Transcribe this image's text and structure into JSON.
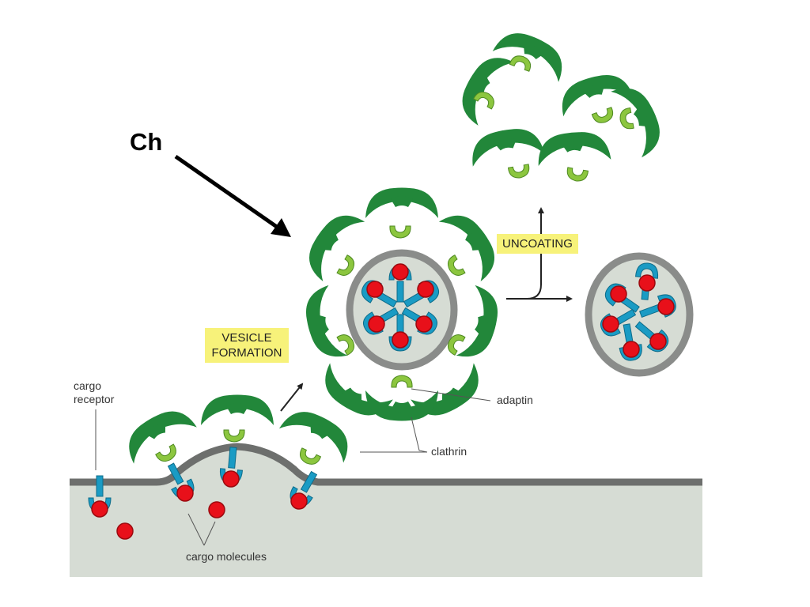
{
  "slide": {
    "label": "Ch"
  },
  "labels": {
    "vesicle_formation_line1": "VESICLE",
    "vesicle_formation_line2": "FORMATION",
    "uncoating": "UNCOATING",
    "cargo_receptor_line1": "cargo",
    "cargo_receptor_line2": "receptor",
    "adaptin": "adaptin",
    "clathrin": "clathrin",
    "cargo_molecules": "cargo molecules"
  },
  "colors": {
    "clathrin": "#22873a",
    "adaptin": "#8cc63f",
    "receptor": "#1a9bc4",
    "cargo": "#e8101a",
    "membrane": "#6d6f6d",
    "cytoplasm": "#d6dcd4",
    "label_box": "#f7f27a"
  },
  "icons": [
    "pointer-arrow-icon",
    "clathrin-triskelion-icon",
    "adaptin-icon",
    "cargo-receptor-icon",
    "cargo-molecule-icon"
  ]
}
